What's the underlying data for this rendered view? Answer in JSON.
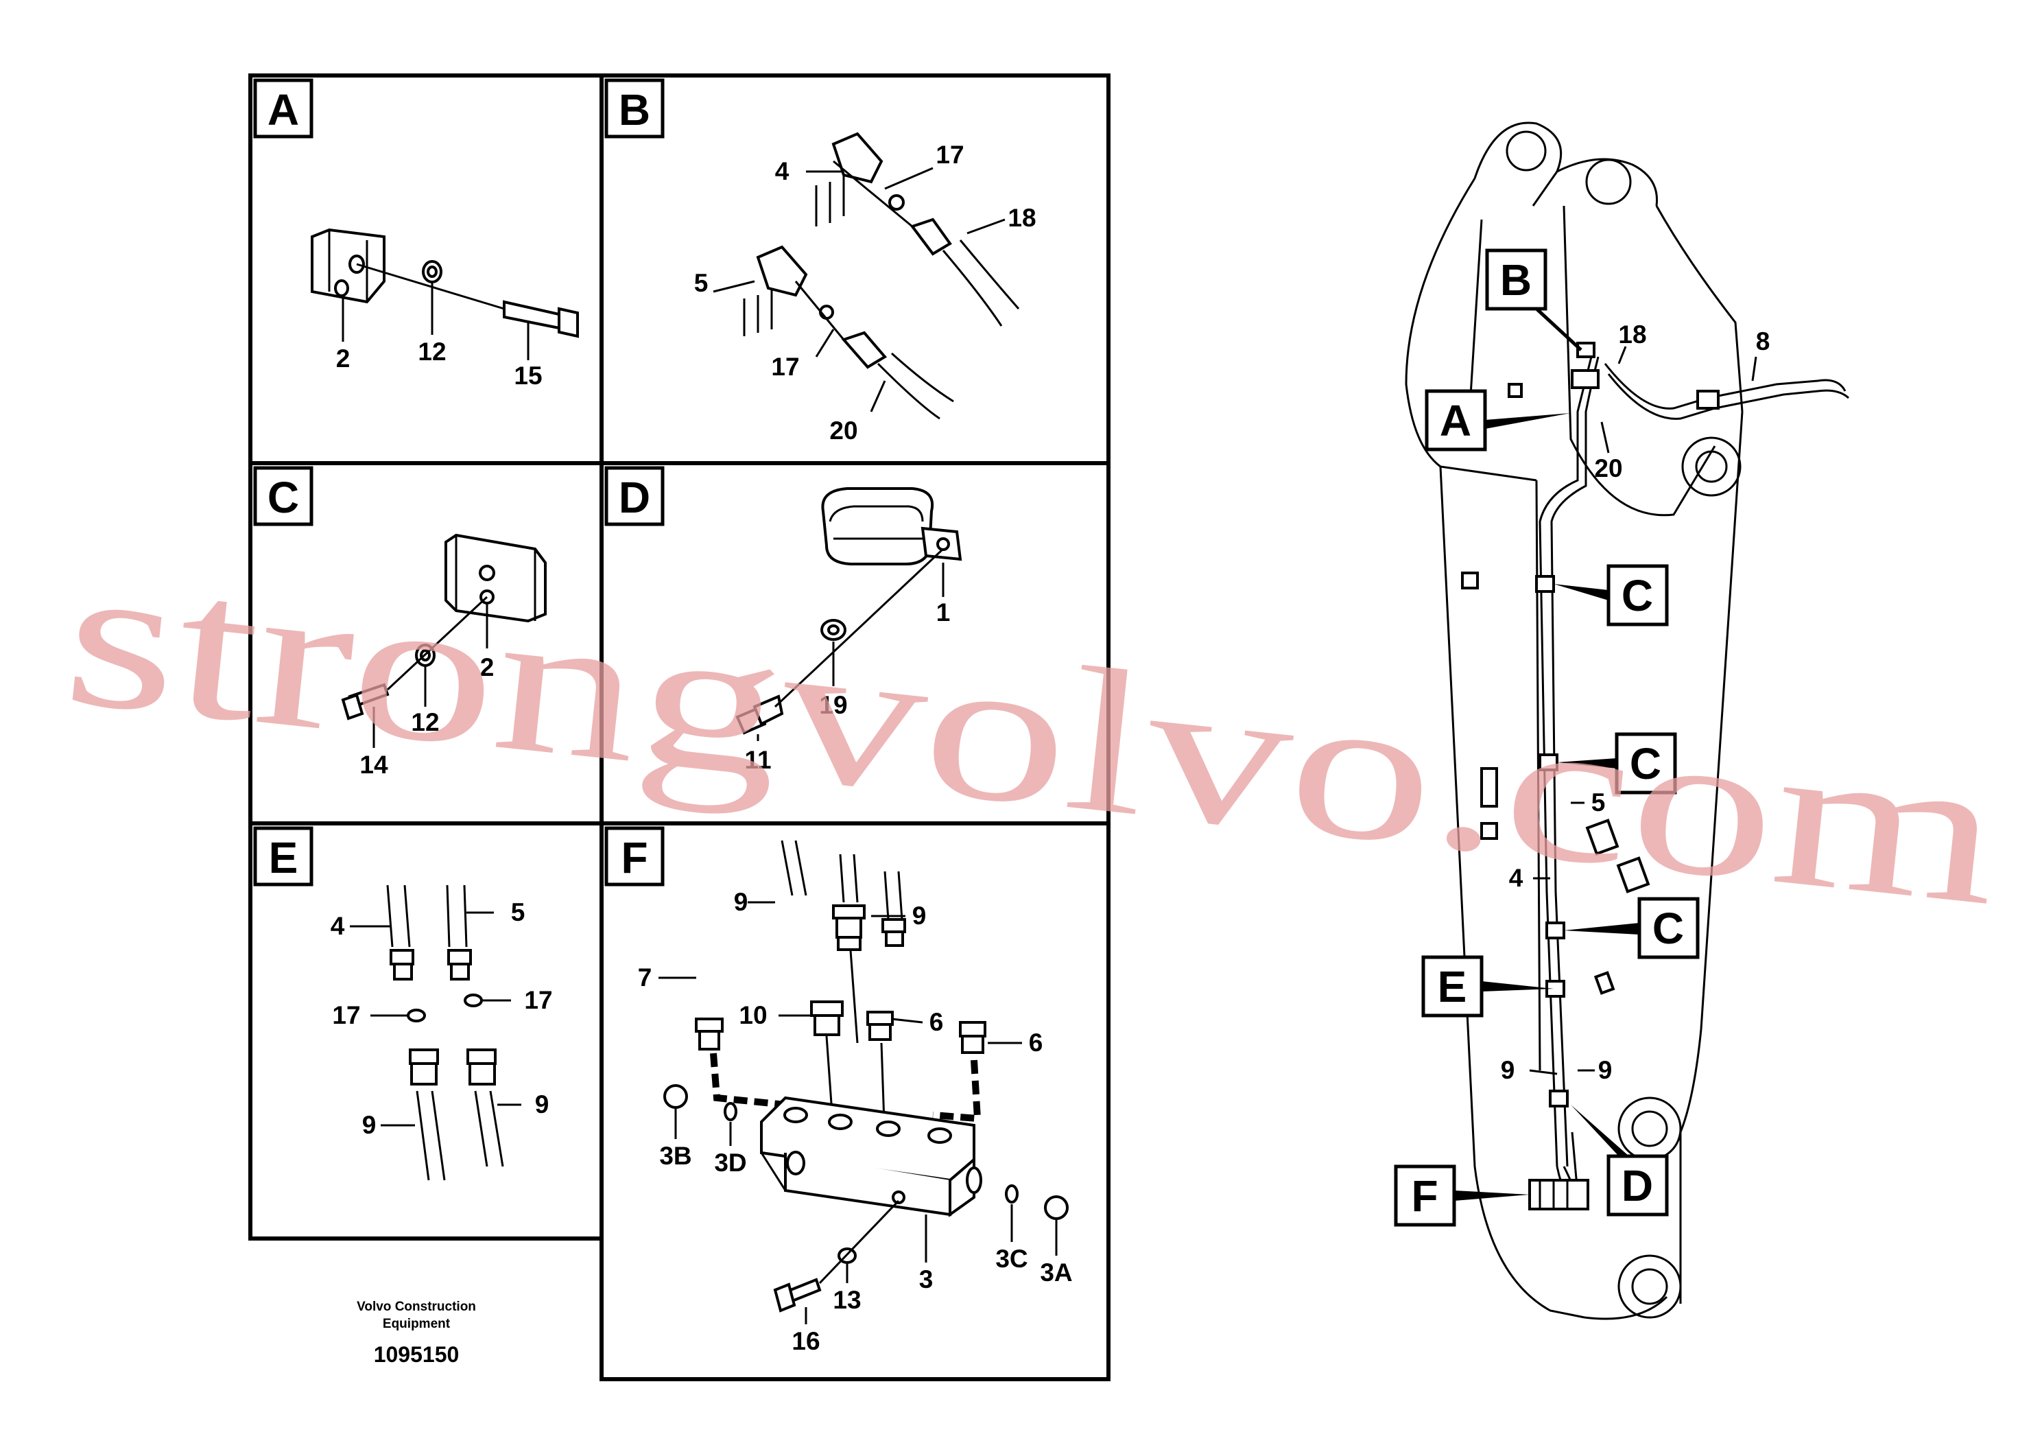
{
  "panels": [
    {
      "id": "A",
      "callouts": [
        "2",
        "12",
        "15"
      ]
    },
    {
      "id": "B",
      "callouts": [
        "4",
        "17",
        "18",
        "5",
        "17",
        "20"
      ]
    },
    {
      "id": "C",
      "callouts": [
        "2",
        "12",
        "14"
      ]
    },
    {
      "id": "D",
      "callouts": [
        "1",
        "19",
        "11"
      ]
    },
    {
      "id": "E",
      "callouts": [
        "4",
        "5",
        "17",
        "17",
        "9",
        "9"
      ]
    },
    {
      "id": "F",
      "callouts": [
        "9",
        "9",
        "7",
        "10",
        "6",
        "6",
        "3B",
        "3D",
        "3",
        "3C",
        "3A",
        "13",
        "16"
      ]
    }
  ],
  "overview": {
    "callouts": [
      "B",
      "A",
      "C",
      "C",
      "C",
      "E",
      "F",
      "D",
      "18",
      "8",
      "20",
      "5",
      "4",
      "9",
      "9"
    ]
  },
  "footer": {
    "company_line1": "Volvo Construction",
    "company_line2": "Equipment",
    "drawing_number": "1095150"
  },
  "watermark": "strongvolvo.com"
}
